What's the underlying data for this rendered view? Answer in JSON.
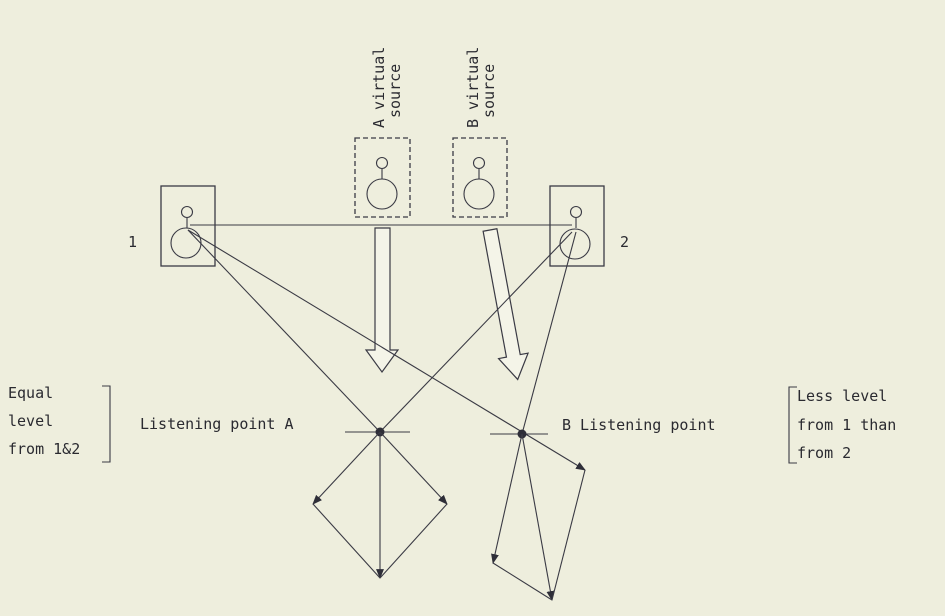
{
  "speakers": {
    "left_label": "1",
    "right_label": "2"
  },
  "virtual_sources": {
    "a_line1": "A virtual",
    "a_line2": "source",
    "b_line1": "B virtual",
    "b_line2": "source"
  },
  "listening_points": {
    "a_label": "Listening point A",
    "b_label": "B Listening point"
  },
  "left_note": [
    "Equal",
    "level",
    "from 1&2"
  ],
  "right_note": [
    "Less level",
    "from 1 than",
    "from 2"
  ]
}
